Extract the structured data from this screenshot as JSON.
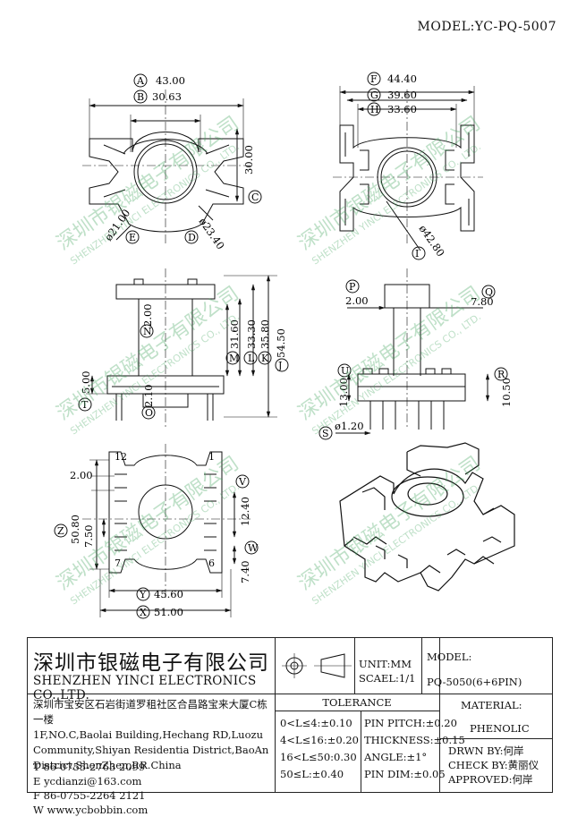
{
  "model_top": "MODEL:YC-PQ-5007",
  "dims": {
    "A": "43.00",
    "B": "30.63",
    "C": "30.00",
    "D": "23.40",
    "E": "21.00",
    "F": "44.40",
    "G": "39.60",
    "H": "33.60",
    "I": "42.80",
    "J": "54.50",
    "K": "35.80",
    "L": "33.30",
    "M": "31.60",
    "N": "2.00",
    "O": "2.10",
    "T": "5.00",
    "P": "2.00",
    "Q": "7.80",
    "R": "10.50",
    "S": "1.20",
    "U": "13.00",
    "V": "12.40",
    "W": "7.40",
    "X": "51.00",
    "Y": "45.60",
    "Z": "50.80",
    "bottom_left_200": "2.00",
    "bottom_left_750": "7.50"
  },
  "dim_prefix": {
    "diameter": "ø"
  },
  "pins": {
    "p12": "12",
    "p1": "1",
    "p7": "7",
    "p6": "6"
  },
  "watermark": {
    "cn": "深圳市银磁电子有限公司",
    "en": "SHENZHEN YINCI ELECTRONICS CO., LTD."
  },
  "titleblock": {
    "company_cn": "深圳市银磁电子有限公司",
    "company_en": "SHENZHEN YINCI ELECTRONICS CO.,LTD.",
    "address_cn": "深圳市宝安区石岩街道罗租社区合昌路宝来大厦C栋一楼",
    "address_en_1": "1F,NO.C,Baolai Building,Hechang RD,Luozu",
    "address_en_2": "Community,Shiyan Residentia District,BaoAn",
    "address_en_3": "District,ShenZhen,P.R.China",
    "tel_label": "T",
    "tel": "86-0755-2763 2099",
    "fax_label": "F",
    "fax": "86-0755-2264 2121",
    "email_label": "E",
    "email": "ycdianzi@163.com",
    "web_label": "W",
    "web": "www.ycbobbin.com",
    "unit": "UNIT:MM",
    "scale": "SCAEL:1/1",
    "model_label": "MODEL:",
    "model_value": "PQ-5050(6+6PIN)",
    "tolerance_title": "TOLERANCE",
    "tol_left": [
      "0<L≤4:±0.10",
      "4<L≤16:±0.20",
      "16<L≤50:0.30",
      "50≤L:±0.40"
    ],
    "tol_right": [
      "PIN PITCH:±0.20",
      "THICKNESS:±0.15",
      "ANGLE:±1°",
      "PIN DIM:±0.05"
    ],
    "material_label": "MATERIAL:",
    "material_value": "PHENOLIC",
    "drawn": "DRWN BY:何岸",
    "check": "CHECK BY:黄丽仪",
    "approved": "APPROVED:何岸"
  }
}
